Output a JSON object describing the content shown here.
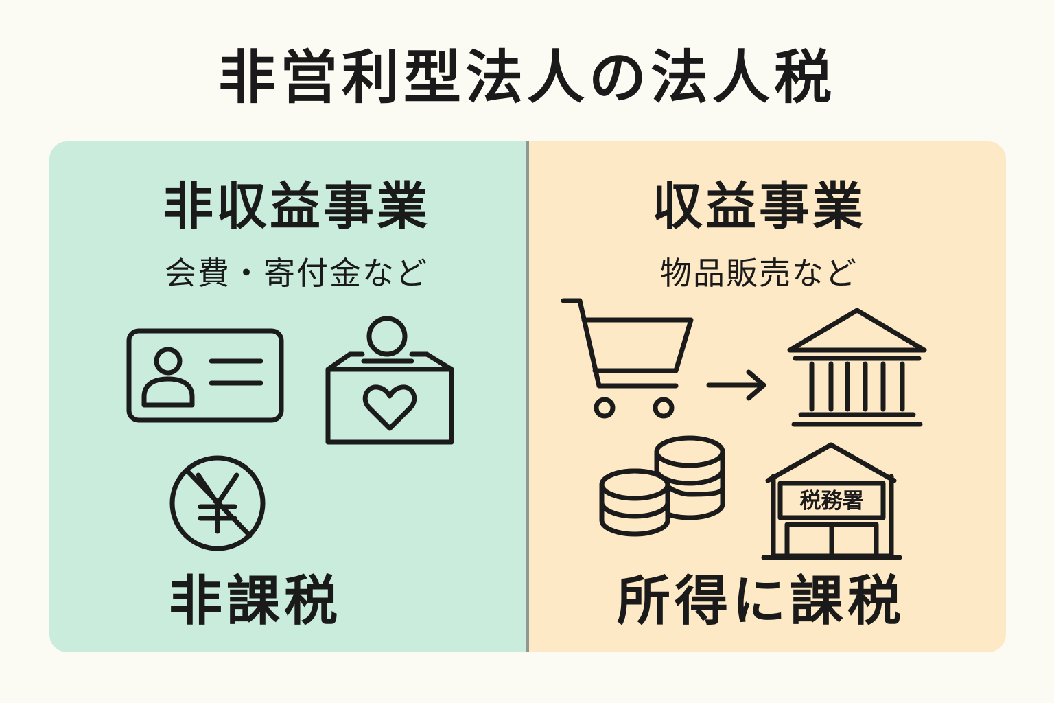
{
  "title": "非営利型法人の法人税",
  "left": {
    "heading": "非収益事業",
    "subtitle": "会費・寄付金など",
    "result": "非課税",
    "icons": [
      "membership-card-icon",
      "donation-box-icon",
      "no-yen-icon"
    ]
  },
  "right": {
    "heading": "収益事業",
    "subtitle": "物品販売など",
    "result": "所得に課税",
    "icons": [
      "shopping-cart-icon",
      "arrow-right-icon",
      "bank-building-icon",
      "coins-icon",
      "tax-office-icon"
    ],
    "tax_office_label": "税務署"
  },
  "colors": {
    "left_panel": "#c9ecdc",
    "right_panel": "#fde9c6",
    "divider": "#8f9895",
    "background": "#fbfaf3"
  }
}
